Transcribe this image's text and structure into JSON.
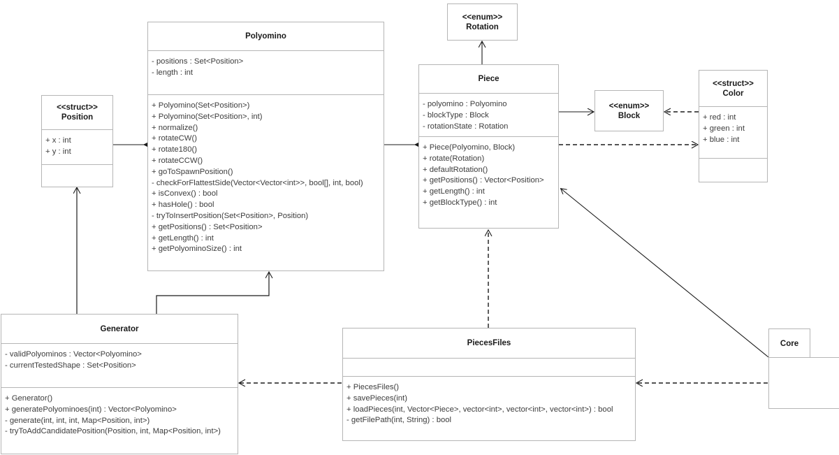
{
  "diagram": {
    "type": "uml-class-diagram",
    "background": "#ffffff",
    "border_color": "#b5b5b5",
    "text_color": "#3c3c3c"
  },
  "classes": {
    "position": {
      "stereotype": "<<struct>>",
      "name": "Position",
      "attributes": [
        "+ x : int",
        "+ y : int"
      ],
      "operations": []
    },
    "polyomino": {
      "stereotype": "",
      "name": "Polyomino",
      "attributes": [
        "- positions : Set<Position>",
        "- length : int"
      ],
      "operations": [
        "+ Polyomino(Set<Position>)",
        "+ Polyomino(Set<Position>, int)",
        "+ normalize()",
        "+ rotateCW()",
        "+ rotate180()",
        "+ rotateCCW()",
        "+ goToSpawnPosition()",
        "- checkForFlattestSide(Vector<Vector<int>>, bool[], int, bool)",
        "+ isConvex() : bool",
        "+ hasHole() : bool",
        "- tryToInsertPosition(Set<Position>, Position)",
        "+ getPositions() : Set<Position>",
        "+ getLength() : int",
        "+ getPolyominoSize() : int"
      ]
    },
    "rotation": {
      "stereotype": "<<enum>>",
      "name": "Rotation",
      "attributes": [],
      "operations": []
    },
    "piece": {
      "stereotype": "",
      "name": "Piece",
      "attributes": [
        "- polyomino : Polyomino",
        "- blockType : Block",
        "- rotationState : Rotation"
      ],
      "operations": [
        "+ Piece(Polyomino, Block)",
        "+ rotate(Rotation)",
        "+ defaultRotation()",
        "+ getPositions() : Vector<Position>",
        "+ getLength() : int",
        "+ getBlockType() : int"
      ]
    },
    "block": {
      "stereotype": "<<enum>>",
      "name": "Block",
      "attributes": [],
      "operations": []
    },
    "color": {
      "stereotype": "<<struct>>",
      "name": "Color",
      "attributes": [
        "+ red : int",
        "+ green : int",
        "+ blue : int"
      ],
      "operations": []
    },
    "generator": {
      "stereotype": "",
      "name": "Generator",
      "attributes": [
        "- validPolyominos : Vector<Polyomino>",
        "- currentTestedShape : Set<Position>"
      ],
      "operations": [
        "+ Generator()",
        "+ generatePolyominoes(int) : Vector<Polyomino>",
        "- generate(int, int, int, Map<Position, int>)",
        "- tryToAddCandidatePosition(Position, int, Map<Position, int>)"
      ]
    },
    "piecesfiles": {
      "stereotype": "",
      "name": "PiecesFiles",
      "attributes": [],
      "operations": [
        "+ PiecesFiles()",
        "+ savePieces(int)",
        "+ loadPieces(int, Vector<Piece>, vector<int>, vector<int>, vector<int>) : bool",
        "- getFilePath(int, String) : bool"
      ]
    },
    "core": {
      "stereotype": "",
      "name": "Core",
      "attributes": [],
      "operations": []
    }
  },
  "relations": [
    {
      "name": "polyomino-composition-position",
      "from": "Polyomino",
      "to": "Position",
      "style": "solid",
      "source_decoration": "filled-diamond"
    },
    {
      "name": "piece-composition-polyomino",
      "from": "Piece",
      "to": "Polyomino",
      "style": "solid",
      "source_decoration": "filled-diamond"
    },
    {
      "name": "piece-association-rotation",
      "from": "Piece",
      "to": "Rotation",
      "style": "solid",
      "target_decoration": "open-arrow"
    },
    {
      "name": "piece-association-block",
      "from": "Piece",
      "to": "Block",
      "style": "solid",
      "target_decoration": "open-arrow"
    },
    {
      "name": "color-dependency-block",
      "from": "Color",
      "to": "Block",
      "style": "dashed",
      "target_decoration": "open-arrow"
    },
    {
      "name": "piece-dependency-color",
      "from": "Piece",
      "to": "Color",
      "style": "dashed",
      "target_decoration": "open-arrow"
    },
    {
      "name": "generator-association-position",
      "from": "Generator",
      "to": "Position",
      "style": "solid",
      "target_decoration": "open-arrow"
    },
    {
      "name": "generator-association-polyomino",
      "from": "Generator",
      "to": "Polyomino",
      "style": "solid",
      "target_decoration": "open-arrow"
    },
    {
      "name": "piecesfiles-dependency-piece",
      "from": "PiecesFiles",
      "to": "Piece",
      "style": "dashed",
      "target_decoration": "open-arrow"
    },
    {
      "name": "piecesfiles-dependency-generator",
      "from": "PiecesFiles",
      "to": "Generator",
      "style": "dashed",
      "target_decoration": "open-arrow"
    },
    {
      "name": "core-dependency-piecesfiles",
      "from": "Core",
      "to": "PiecesFiles",
      "style": "dashed",
      "target_decoration": "open-arrow"
    },
    {
      "name": "core-association-piece",
      "from": "Core",
      "to": "Piece",
      "style": "solid",
      "target_decoration": "open-arrow"
    }
  ]
}
